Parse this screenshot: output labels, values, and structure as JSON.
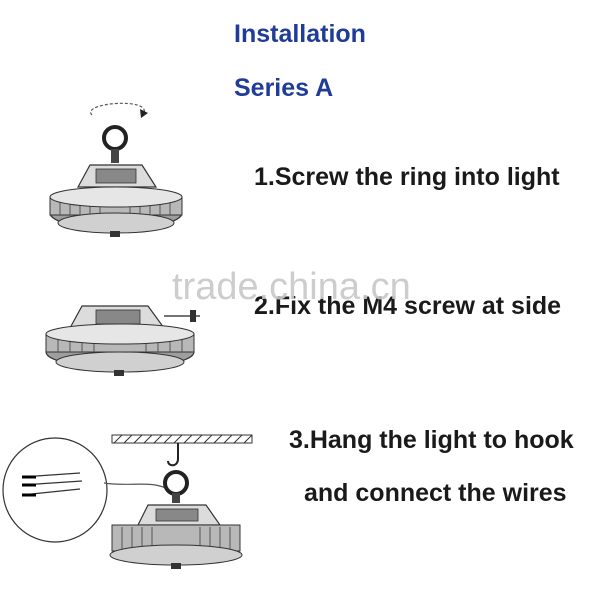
{
  "header": {
    "title": "Installation",
    "subtitle": "Series A"
  },
  "steps": [
    {
      "label": "1.Screw the ring into light"
    },
    {
      "label": "2.Fix the M4 screw at side"
    },
    {
      "label_line1": "3.Hang the light to hook",
      "label_line2": "and connect the wires"
    }
  ],
  "watermark": "trade.china.cn",
  "icons": {
    "step1": "ufo-light-with-eye-ring-icon",
    "step2": "ufo-light-side-screw-icon",
    "step3": "ufo-light-hanging-hook-wires-icon"
  },
  "colors": {
    "heading": "#1f3c98",
    "text": "#1a1a1a",
    "watermark": "#c8c8c8"
  }
}
